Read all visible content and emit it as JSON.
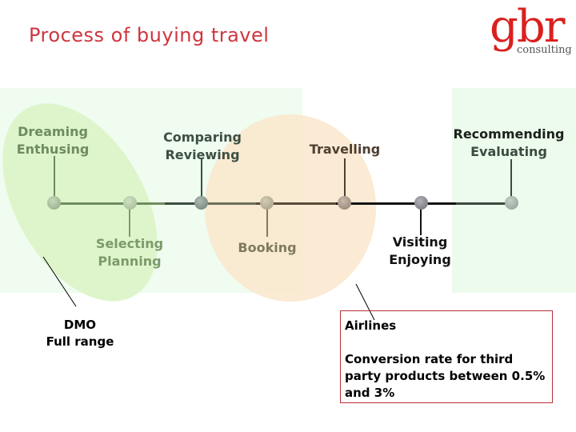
{
  "slide": {
    "title": "Process of buying travel",
    "logo": {
      "main": "gbr",
      "sub": "consulting",
      "color": "#d9211f"
    },
    "title_color": "#d0353f"
  },
  "timeline": {
    "stages": [
      {
        "id": "dreaming",
        "label_line1": "Dreaming",
        "label_line2": "Enthusing",
        "position": "above",
        "color": "#6e8c5e"
      },
      {
        "id": "selecting",
        "label_line1": "Selecting",
        "label_line2": "Planning",
        "position": "below",
        "color": "#7c9a6a"
      },
      {
        "id": "comparing",
        "label_line1": "Comparing",
        "label_line2": "Reviewing",
        "position": "above",
        "color": "#3e4f43"
      },
      {
        "id": "booking",
        "label_line1": "Booking",
        "label_line2": "",
        "position": "below",
        "color": "#7f7a60"
      },
      {
        "id": "travelling",
        "label_line1": "Travelling",
        "label_line2": "",
        "position": "above",
        "color": "#4e3f30"
      },
      {
        "id": "visiting",
        "label_line1": "Visiting",
        "label_line2": "Enjoying",
        "position": "below",
        "color": "#111111"
      },
      {
        "id": "recommending",
        "label_line1": "Recommending",
        "label_line2": "Evaluating",
        "position": "above",
        "color": "#3c4b40"
      }
    ]
  },
  "annotations": {
    "dmo": {
      "line1": "DMO",
      "line2": "Full range"
    },
    "airlines_box": {
      "heading": "Airlines",
      "body": "Conversion rate for third party products  between 0.5% and 3%",
      "border_color": "#b8303a"
    }
  },
  "regions": {
    "left_band_color": "#effcef",
    "right_band_color": "#ecfbec",
    "green_ellipse_color": "#dff6cf",
    "orange_circle_color": "#fae6cd"
  }
}
